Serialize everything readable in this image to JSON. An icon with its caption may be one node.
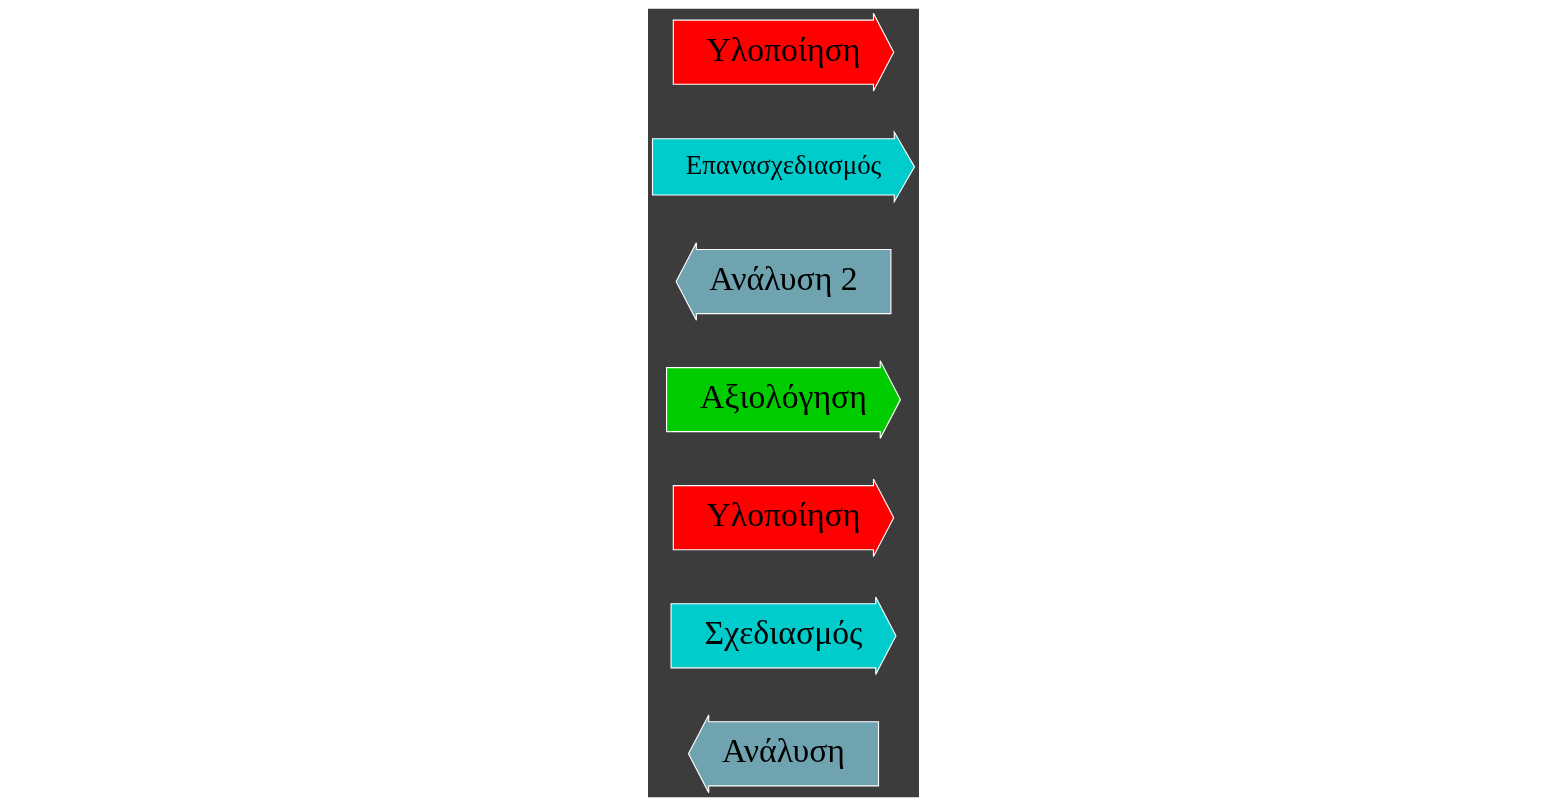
{
  "diagram": {
    "nodes": [
      {
        "text": [
          "Ανάλυση"
        ]
      },
      {
        "text": [
          "Σχεδιασμός"
        ]
      },
      {
        "text": [
          "Υλοποίηση"
        ]
      },
      {
        "text": [
          "Αξιολόγηση"
        ]
      },
      {
        "text": [
          "Ανάλυση 2"
        ]
      },
      {
        "text": [
          "Επανασχεδιασμός"
        ]
      },
      {
        "text": [
          "Υλοποίηση"
        ]
      }
    ]
  }
}
